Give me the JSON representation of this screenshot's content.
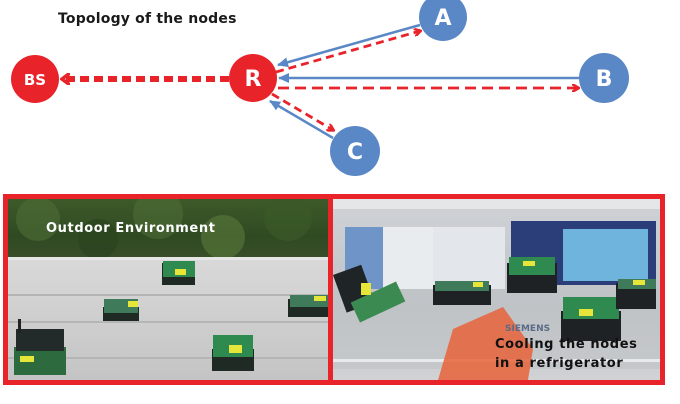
{
  "title": "Topology of the nodes",
  "colors": {
    "red": "#e8232a",
    "blue": "#5a88c6",
    "frame": "#e8232a"
  },
  "nodes": [
    {
      "id": "BS",
      "label": "BS",
      "color": "#e8232a",
      "role": "base-station"
    },
    {
      "id": "R",
      "label": "R",
      "color": "#e8232a",
      "role": "relay"
    },
    {
      "id": "A",
      "label": "A",
      "color": "#5a88c6",
      "role": "sensor-node"
    },
    {
      "id": "B",
      "label": "B",
      "color": "#5a88c6",
      "role": "sensor-node"
    },
    {
      "id": "C",
      "label": "C",
      "color": "#5a88c6",
      "role": "sensor-node"
    }
  ],
  "links": [
    {
      "from": "R",
      "to": "BS",
      "style": "dashed",
      "color": "red"
    },
    {
      "from": "A",
      "to": "R",
      "style": "solid",
      "color": "blue"
    },
    {
      "from": "R",
      "to": "A",
      "style": "dashed",
      "color": "red"
    },
    {
      "from": "B",
      "to": "R",
      "style": "solid",
      "color": "blue"
    },
    {
      "from": "R",
      "to": "B",
      "style": "dashed",
      "color": "red"
    },
    {
      "from": "C",
      "to": "R",
      "style": "solid",
      "color": "blue"
    },
    {
      "from": "R",
      "to": "C",
      "style": "dashed",
      "color": "red"
    }
  ],
  "photos": {
    "outdoor": {
      "label": "Outdoor  Environment"
    },
    "fridge": {
      "label_line1": "Cooling the nodes",
      "label_line2": "in a refrigerator",
      "brand_text": "SIEMENS"
    }
  }
}
